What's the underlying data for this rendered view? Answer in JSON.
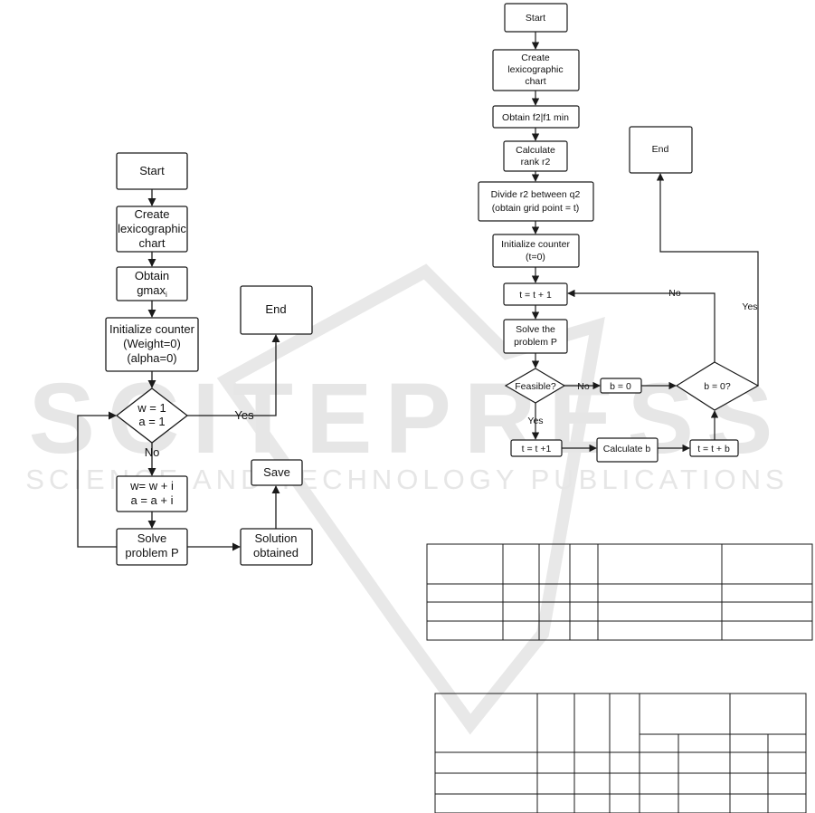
{
  "left_flowchart": {
    "start": "Start",
    "create_lines": [
      "Create",
      "lexicographic",
      "chart"
    ],
    "obtain_lines": [
      "Obtain",
      "gmax"
    ],
    "obtain_subscript": "i",
    "init_lines": [
      "Initialize counter",
      "(Weight=0)",
      "(alpha=0)"
    ],
    "decision_lines": [
      "w = 1",
      "a = 1"
    ],
    "yes_label": "Yes",
    "no_label": "No",
    "end": "End",
    "update_lines": [
      "w= w + i",
      "a = a + i"
    ],
    "solve_lines": [
      "Solve",
      "problem P"
    ],
    "solution_lines": [
      "Solution",
      "obtained"
    ],
    "save": "Save"
  },
  "right_flowchart": {
    "start": "Start",
    "create_lines": [
      "Create",
      "lexicographic",
      "chart"
    ],
    "obtain": "Obtain f2|f1 min",
    "rank_lines": [
      "Calculate",
      "rank r2"
    ],
    "divide_lines": [
      "Divide r2 between q2",
      "(obtain grid point = t)"
    ],
    "init_lines": [
      "Initialize counter",
      "(t=0)"
    ],
    "increment": "t = t + 1",
    "solve_lines": [
      "Solve the",
      "problem P"
    ],
    "feasible": "Feasible?",
    "no_label_1": "No",
    "b_zero": "b = 0",
    "b_decision": "b = 0?",
    "no_label_2": "No",
    "yes_label_1": "Yes",
    "yes_label_2": "Yes",
    "end": "End",
    "t_plus_one": "t = t +1",
    "calc_b": "Calculate b",
    "t_plus_b": "t = t + b"
  },
  "watermark": {
    "big": "SCITEPRESS",
    "small": "SCIENCE AND TECHNOLOGY PUBLICATIONS"
  },
  "colors": {
    "line": "#1a1a1a",
    "watermark": "#e6e6e6"
  }
}
